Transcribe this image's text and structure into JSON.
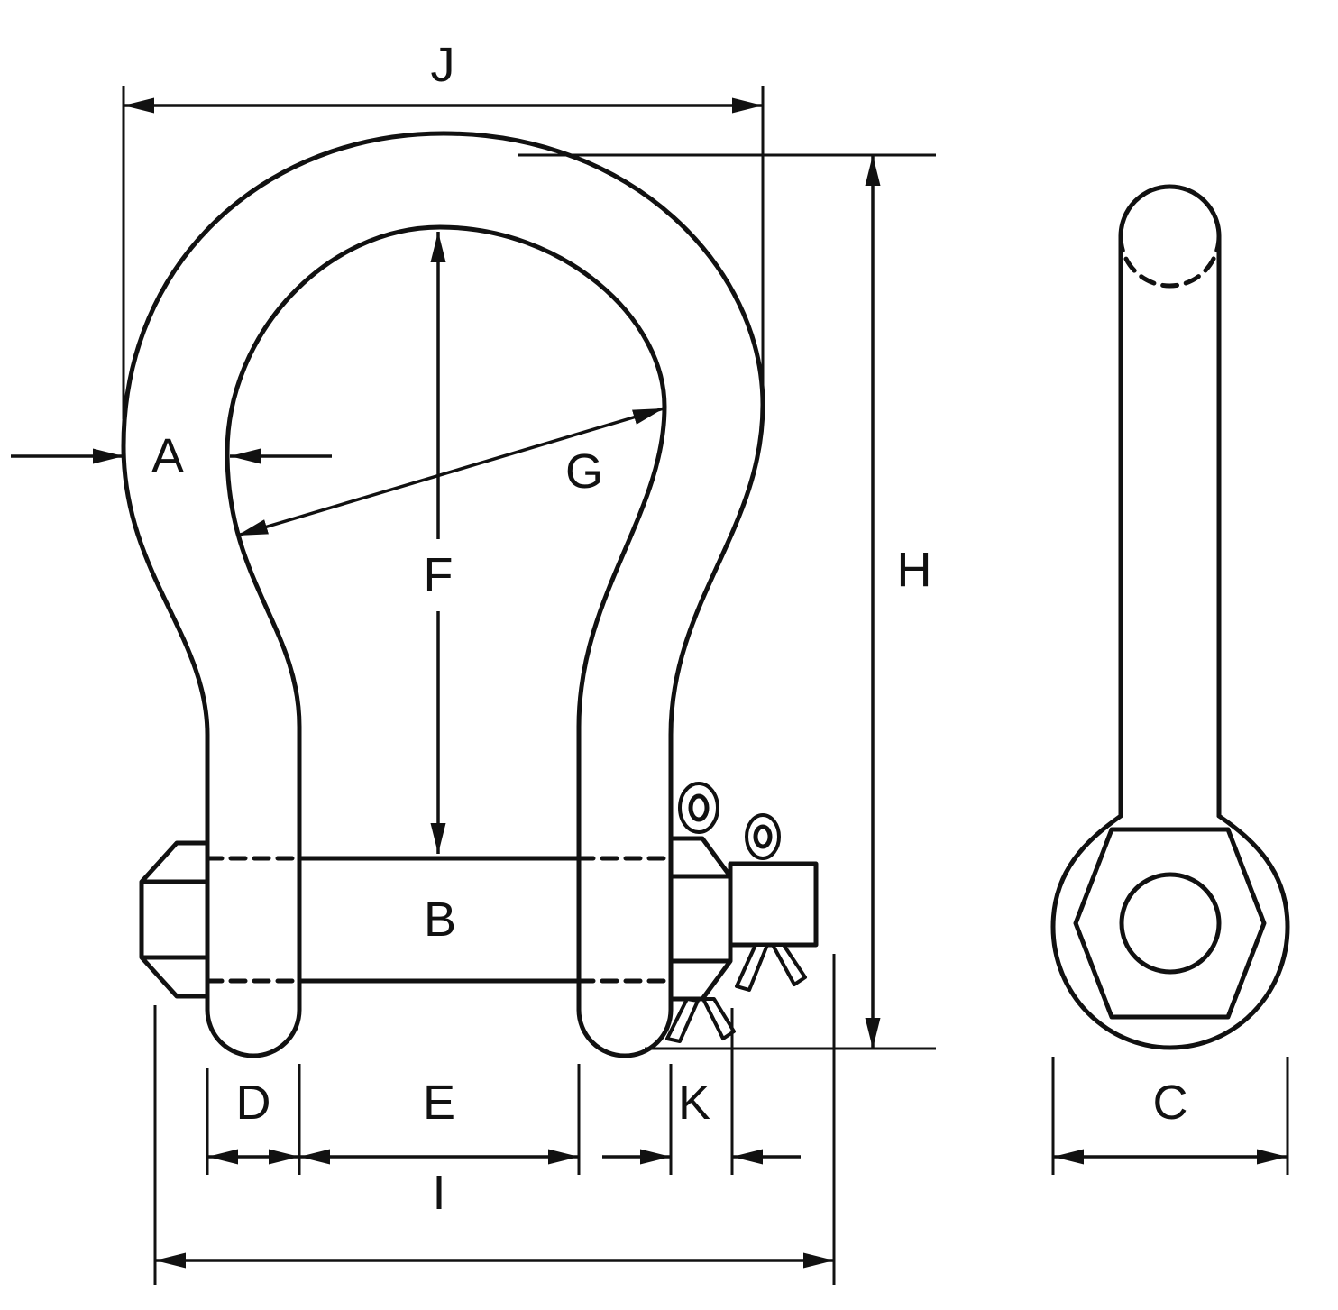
{
  "diagram": {
    "labels": {
      "A": "A",
      "B": "B",
      "C": "C",
      "D": "D",
      "E": "E",
      "F": "F",
      "G": "G",
      "H": "H",
      "I": "I",
      "J": "J",
      "K": "K"
    },
    "colors": {
      "line": "#111111",
      "background": "#ffffff"
    }
  }
}
